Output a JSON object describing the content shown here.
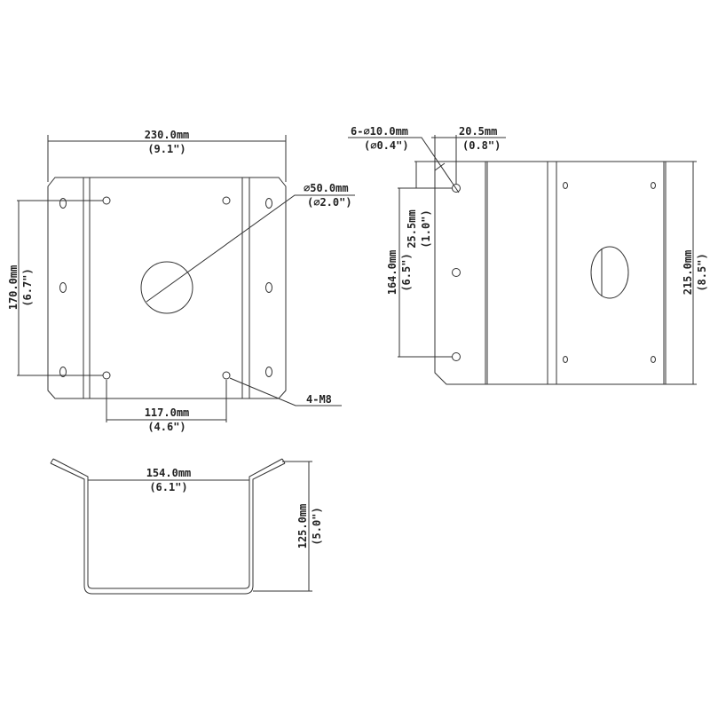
{
  "front_view": {
    "width_mm": "230.0mm",
    "width_in": "(9.1\")",
    "height_mm": "170.0mm",
    "height_in": "(6.7\")",
    "hole_spacing_mm": "117.0mm",
    "hole_spacing_in": "(4.6\")",
    "center_hole_mm": "∅50.0mm",
    "center_hole_in": "(∅2.0\")",
    "thread_label": "4-M8"
  },
  "side_view": {
    "holes_mm": "6-∅10.0mm",
    "holes_in": "(∅0.4\")",
    "offset_mm": "20.5mm",
    "offset_in": "(0.8\")",
    "top_offset_mm": "25.5mm",
    "top_offset_in": "(1.0\")",
    "hole_span_mm": "164.0mm",
    "hole_span_in": "(6.5\")",
    "height_mm": "215.0mm",
    "height_in": "(8.5\")"
  },
  "bottom_view": {
    "width_mm": "154.0mm",
    "width_in": "(6.1\")",
    "depth_mm": "125.0mm",
    "depth_in": "(5.0\")"
  }
}
